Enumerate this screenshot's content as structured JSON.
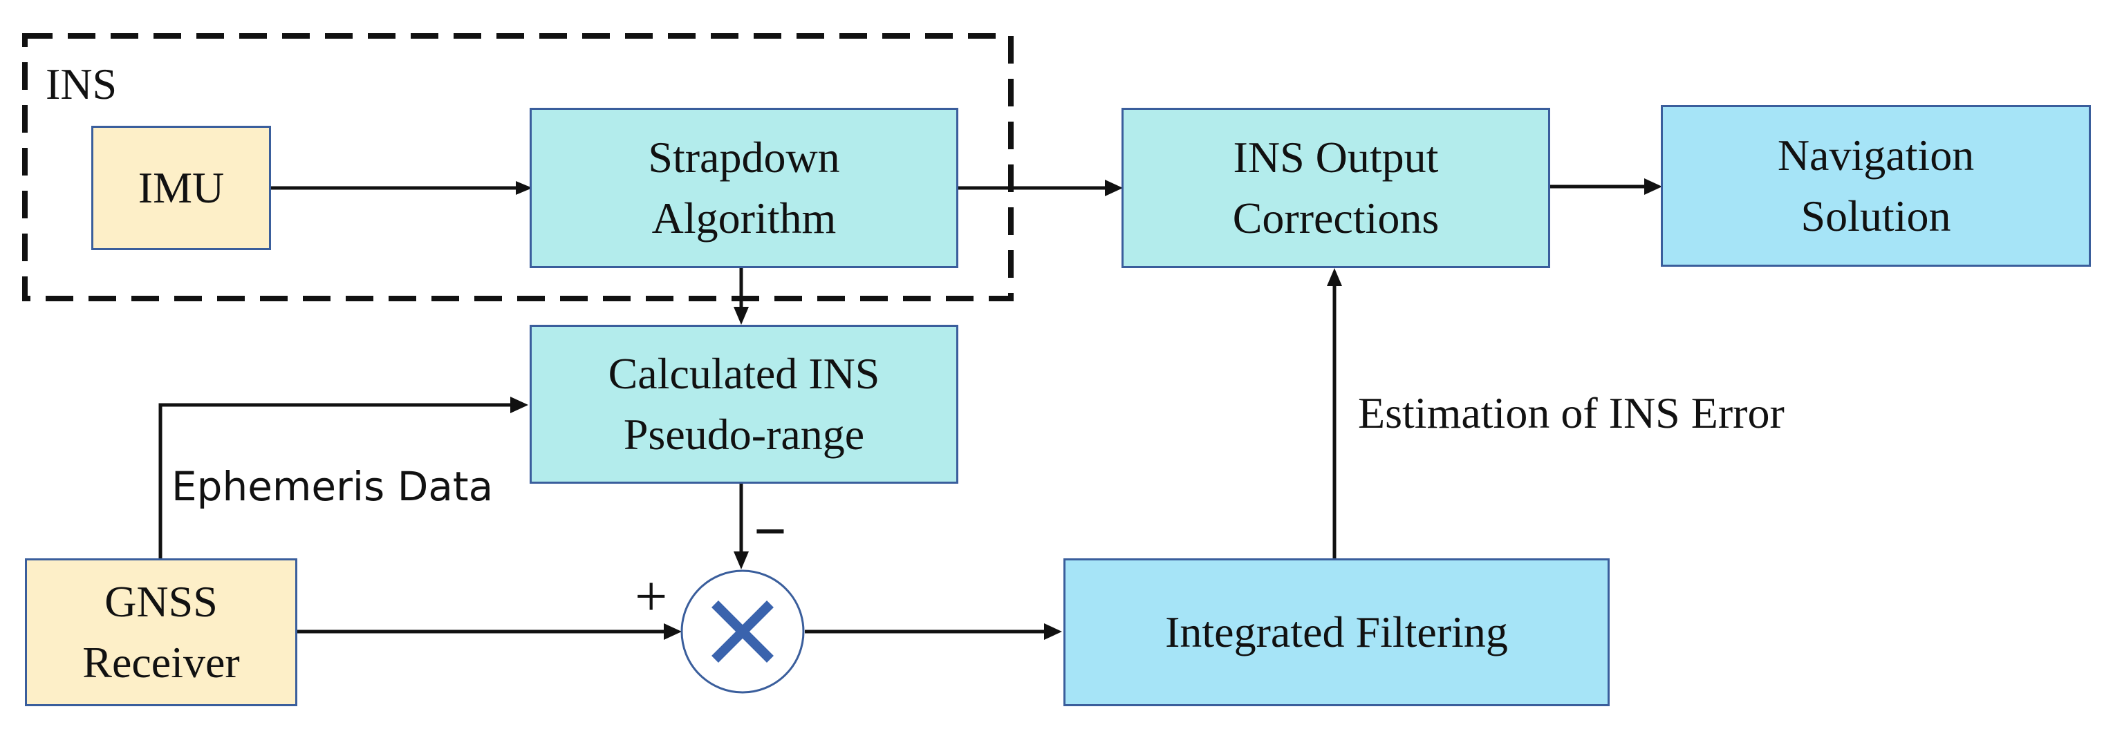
{
  "diagram": {
    "colors": {
      "input_fill": "#fdefc8",
      "process_fill": "#b3ecec",
      "output_fill": "#a6e4f7",
      "border": "#3a5e9c",
      "line": "#111111"
    },
    "ins_group_label": "INS",
    "nodes": {
      "imu": "IMU",
      "strapdown": "Strapdown\nAlgorithm",
      "ins_output": "INS Output\nCorrections",
      "navigation": "Navigation\nSolution",
      "calculated_pseudorange": "Calculated INS\nPseudo-range",
      "gnss": "GNSS\nReceiver",
      "integrated_filtering": "Integrated Filtering"
    },
    "edge_labels": {
      "ephemeris": "Ephemeris Data",
      "estimation": "Estimation of INS Error",
      "plus_sign": "+",
      "minus_sign": "−"
    },
    "icons": {
      "combiner": "multiply-circle-icon"
    }
  }
}
